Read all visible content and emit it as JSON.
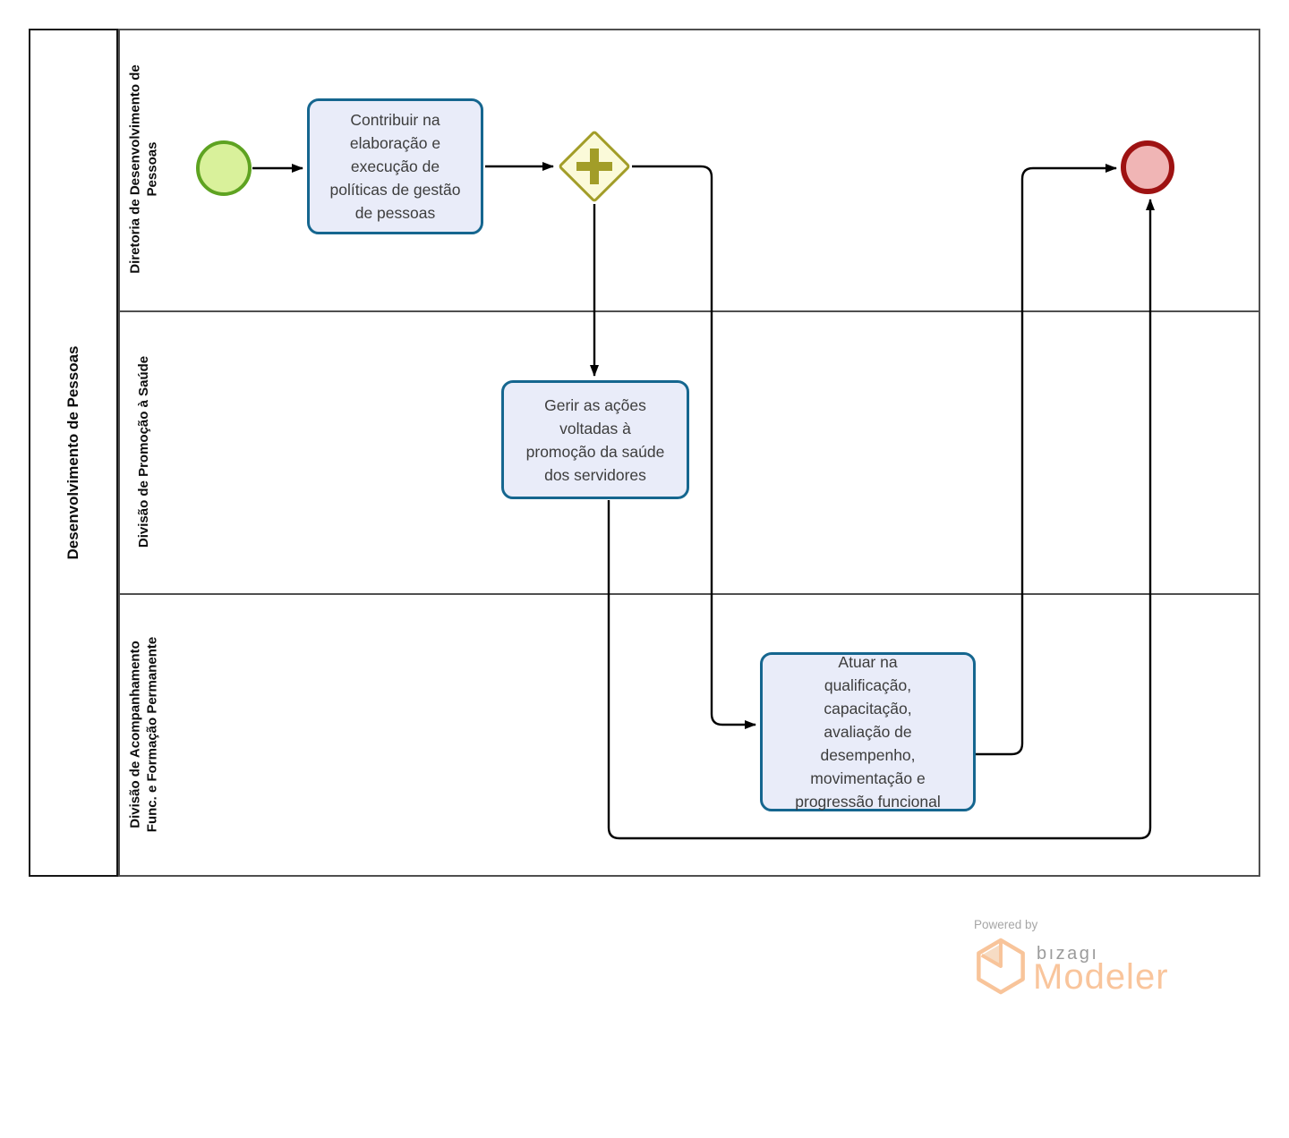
{
  "pool": {
    "title": "Desenvolvimento de Pessoas"
  },
  "lanes": [
    {
      "label": "Diretoria de Desenvolvimento de Pessoas"
    },
    {
      "label": "Divisão de Promoção à Saúde"
    },
    {
      "label": "Divisão de Acompanhamento Func. e Formação Permanente"
    }
  ],
  "tasks": [
    {
      "label": "Contribuir na elaboração e execução de políticas de gestão de pessoas",
      "lane": "Diretoria de Desenvolvimento de Pessoas"
    },
    {
      "label": "Gerir as ações voltadas à promoção da saúde dos servidores",
      "lane": "Divisão de Promoção à Saúde"
    },
    {
      "label": "Atuar na qualificação, capacitação, avaliação de desempenho, movimentação e progressão funcional",
      "lane": "Divisão de Acompanhamento Func. e Formação Permanente"
    }
  ],
  "events": {
    "start": {
      "type": "start-event",
      "fill": "#d9f19b",
      "border": "#5ea321"
    },
    "end": {
      "type": "end-event",
      "fill": "#f0b5b5",
      "border": "#9e1212"
    }
  },
  "gateway": {
    "type": "parallel-gateway",
    "fill": "#fbfad9",
    "border": "#a29d28"
  },
  "flows": [
    {
      "from": "start-event",
      "to": "task-1"
    },
    {
      "from": "task-1",
      "to": "parallel-gateway"
    },
    {
      "from": "parallel-gateway",
      "to": "task-2"
    },
    {
      "from": "parallel-gateway",
      "to": "task-3"
    },
    {
      "from": "task-2",
      "to": "end-event"
    },
    {
      "from": "task-3",
      "to": "end-event"
    }
  ],
  "colors": {
    "task_fill": "#e9ecf9",
    "task_border": "#15668f",
    "lane_line": "#4f4f4f",
    "pool_border": "#161616",
    "flow": "#000000",
    "brand_orange": "#f9c59c",
    "brand_gray": "#9b9b9b"
  },
  "branding": {
    "powered_by": "Powered by",
    "brand": "bızagı",
    "product": "Modeler"
  }
}
